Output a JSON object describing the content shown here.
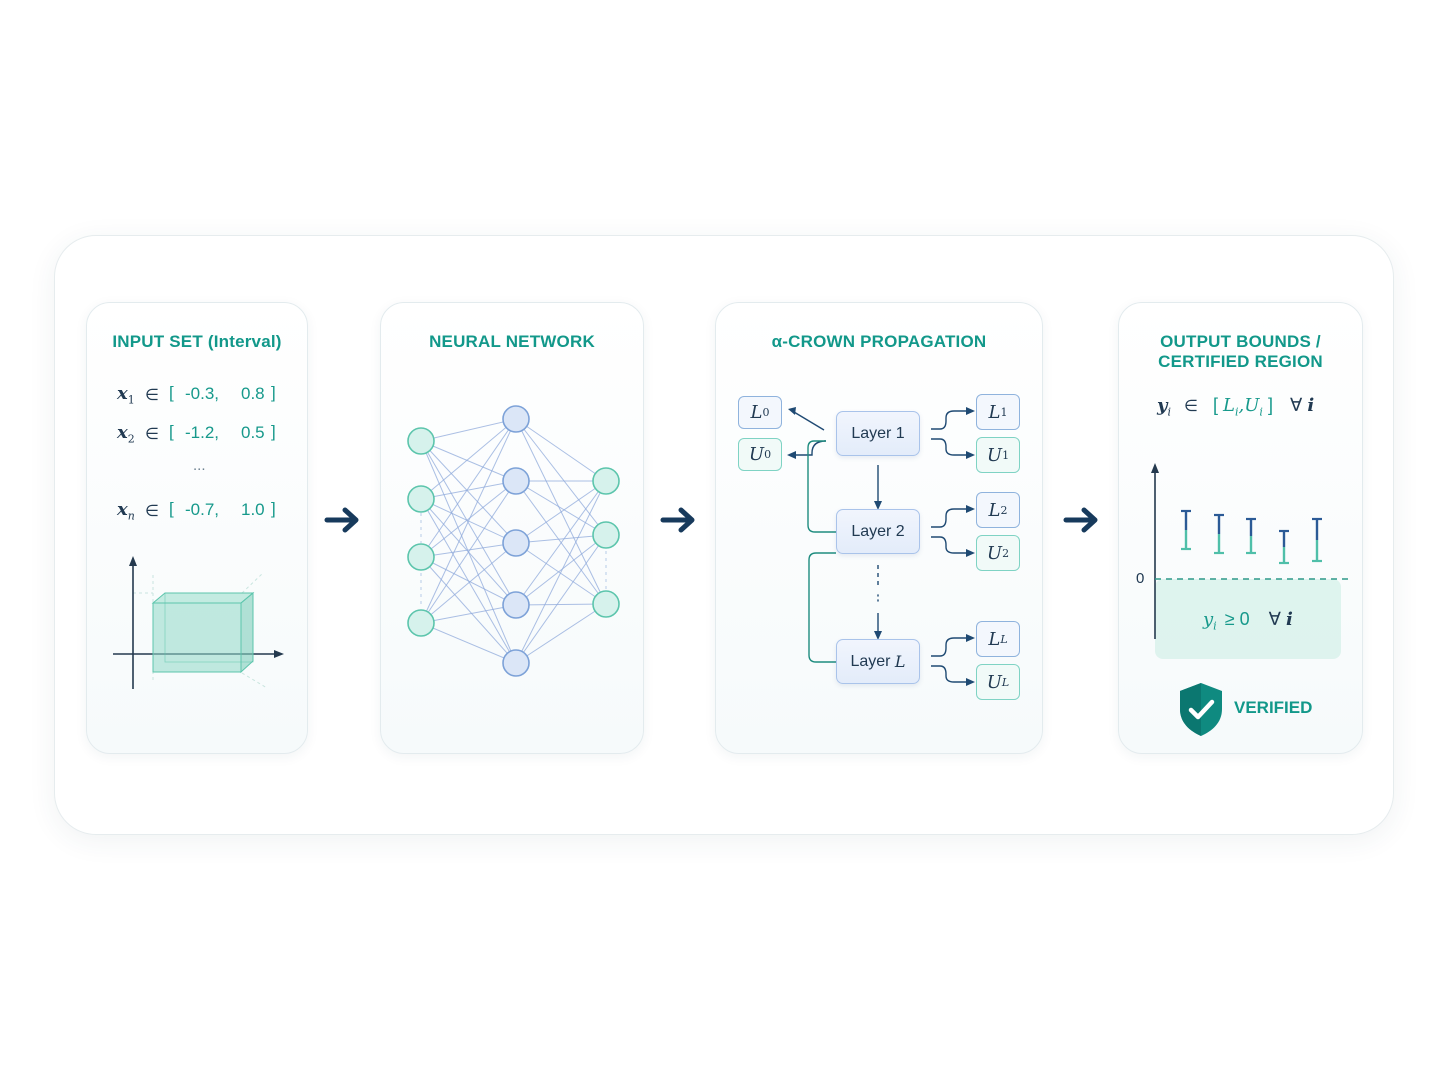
{
  "panels": {
    "input": {
      "title": "INPUT SET (Interval)",
      "rows": [
        {
          "var": "x",
          "sub": "1",
          "lo": "-0.3,",
          "hi": "0.8"
        },
        {
          "var": "x",
          "sub": "2",
          "lo": "-1.2,",
          "hi": "0.5"
        },
        {
          "var": "x",
          "sub": "n",
          "lo": "-0.7,",
          "hi": "1.0"
        }
      ],
      "ellipsis": "...",
      "elem": "∈",
      "lbracket": "[",
      "rbracket": "]"
    },
    "network": {
      "title": "NEURAL NETWORK"
    },
    "crown": {
      "title": "α-CROWN PROPAGATION",
      "layers": [
        "Layer 1",
        "Layer 2",
        "Layer "
      ],
      "layer_last_sym": "L",
      "input_bounds": [
        {
          "sym": "L",
          "sub": "0"
        },
        {
          "sym": "U",
          "sub": "0"
        }
      ],
      "bounds": [
        {
          "sym": "L",
          "sub": "1"
        },
        {
          "sym": "U",
          "sub": "1"
        },
        {
          "sym": "L",
          "sub": "2"
        },
        {
          "sym": "U",
          "sub": "2"
        },
        {
          "sym": "L",
          "sub": "L"
        },
        {
          "sym": "U",
          "sub": "L"
        }
      ]
    },
    "output": {
      "title_line1": "OUTPUT BOUNDS /",
      "title_line2": "CERTIFIED REGION",
      "formula_var": "y",
      "formula_sub": "i",
      "formula_elem": "∈",
      "formula_interval_l": "L",
      "formula_interval_u": "U",
      "formula_sub_i": "i",
      "forall": "∀",
      "forall_var": "i",
      "zero_label": "0",
      "region_var": "y",
      "region_sub": "i",
      "region_rel": "≥ 0",
      "badge_label": "VERIFIED"
    }
  },
  "colors": {
    "teal": "#12988a",
    "navy": "#1d3d5f",
    "blue": "#3f6fb5",
    "node_teal_fill": "#d6f2ec",
    "node_blue_fill": "#dbe6f7"
  }
}
